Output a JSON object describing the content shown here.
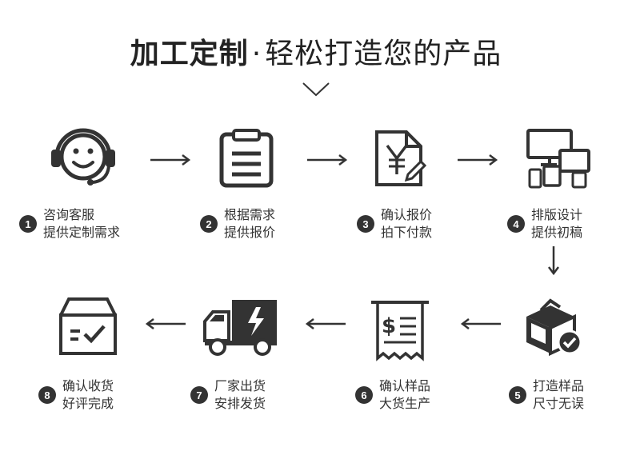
{
  "title": {
    "bold": "加工定制",
    "sep": "·",
    "rest": "轻松打造您的产品"
  },
  "steps": [
    {
      "num": "1",
      "line1": "咨询客服",
      "line2": "提供定制需求"
    },
    {
      "num": "2",
      "line1": "根据需求",
      "line2": "提供报价"
    },
    {
      "num": "3",
      "line1": "确认报价",
      "line2": "拍下付款"
    },
    {
      "num": "4",
      "line1": "排版设计",
      "line2": "提供初稿"
    },
    {
      "num": "5",
      "line1": "打造样品",
      "line2": "尺寸无误"
    },
    {
      "num": "6",
      "line1": "确认样品",
      "line2": "大货生产"
    },
    {
      "num": "7",
      "line1": "厂家出货",
      "line2": "安排发货"
    },
    {
      "num": "8",
      "line1": "确认收货",
      "line2": "好评完成"
    }
  ],
  "icons": {
    "step1": "customer-service-headset-icon",
    "step2": "clipboard-icon",
    "step3": "yen-quote-document-icon",
    "step4": "multi-device-design-icon",
    "step5": "sample-box-check-icon",
    "step6": "receipt-production-icon",
    "step7": "delivery-truck-icon",
    "step8": "received-box-check-icon"
  }
}
